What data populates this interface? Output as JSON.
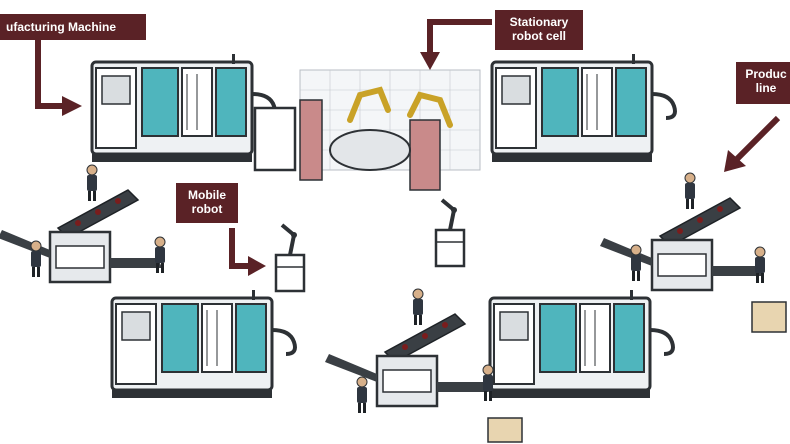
{
  "labels": {
    "manufacturing_machine": "ufacturing Machine",
    "stationary_cell_line1": "Stationary",
    "stationary_cell_line2": "robot cell",
    "mobile_robot_line1": "Mobile",
    "mobile_robot_line2": "robot",
    "production_line_line1": "Produc",
    "production_line_line2": "line"
  },
  "colors": {
    "callout_bg": "#5a2226",
    "callout_text": "#ffffff",
    "machine_body": "#eef1f3",
    "machine_outline": "#2d3135",
    "machine_panel": "#4fb5bd",
    "robot_arm": "#c9a227",
    "cell_wall": "#c98a8a",
    "conveyor": "#3a3f44",
    "box": "#e8d5b0"
  },
  "icons": [
    "arrow-icon",
    "cnc-machine-icon",
    "robot-arm-icon",
    "mobile-robot-icon",
    "conveyor-icon",
    "worker-icon",
    "box-icon"
  ]
}
